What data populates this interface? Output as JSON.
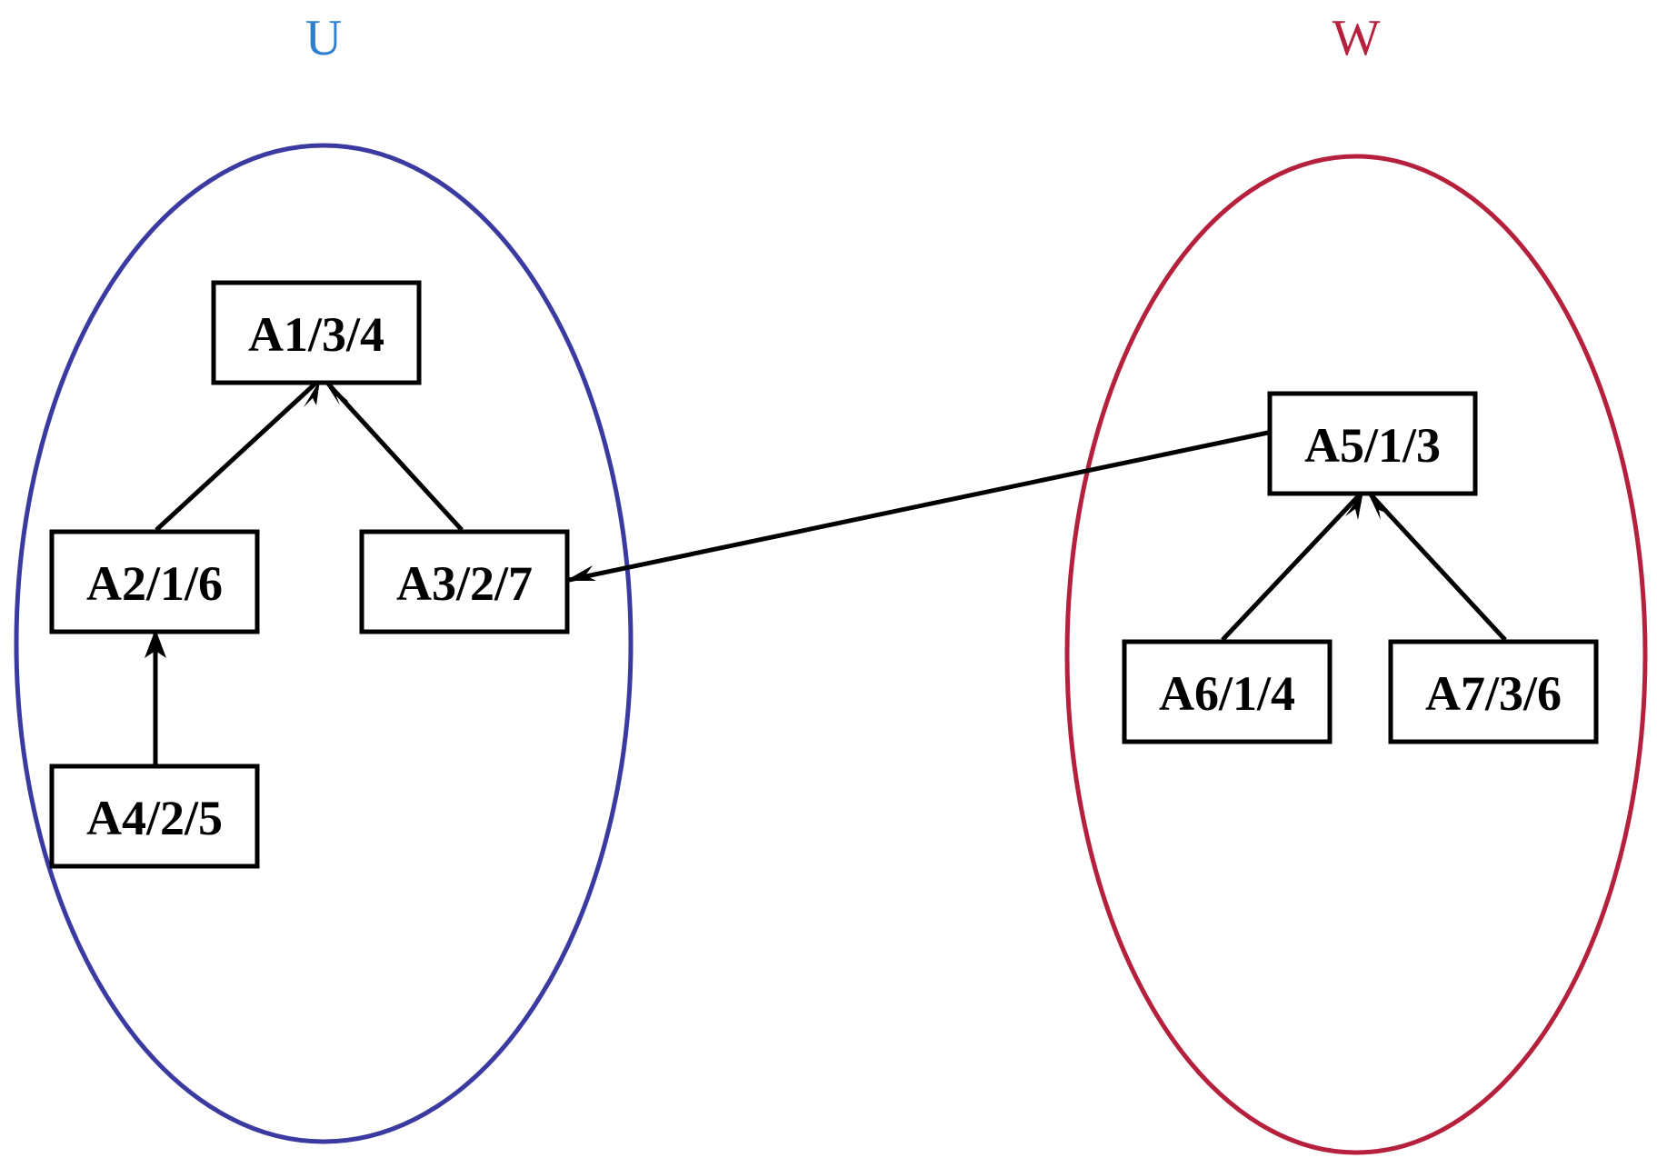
{
  "colors": {
    "group_u": "#3a3aa0",
    "group_u_label": "#2f7fd0",
    "group_w": "#b5203d",
    "group_w_label": "#b5203d",
    "node_stroke": "#000000",
    "edge": "#000000"
  },
  "groups": [
    {
      "id": "U",
      "label": "U"
    },
    {
      "id": "W",
      "label": "W"
    }
  ],
  "nodes": [
    {
      "id": "A1",
      "label": "A1/3/4",
      "group": "U"
    },
    {
      "id": "A2",
      "label": "A2/1/6",
      "group": "U"
    },
    {
      "id": "A3",
      "label": "A3/2/7",
      "group": "U"
    },
    {
      "id": "A4",
      "label": "A4/2/5",
      "group": "U"
    },
    {
      "id": "A5",
      "label": "A5/1/3",
      "group": "W"
    },
    {
      "id": "A6",
      "label": "A6/1/4",
      "group": "W"
    },
    {
      "id": "A7",
      "label": "A7/3/6",
      "group": "W"
    }
  ],
  "edges": [
    {
      "from": "A2",
      "to": "A1"
    },
    {
      "from": "A3",
      "to": "A1"
    },
    {
      "from": "A4",
      "to": "A2"
    },
    {
      "from": "A5",
      "to": "A3"
    },
    {
      "from": "A6",
      "to": "A5"
    },
    {
      "from": "A7",
      "to": "A5"
    }
  ]
}
